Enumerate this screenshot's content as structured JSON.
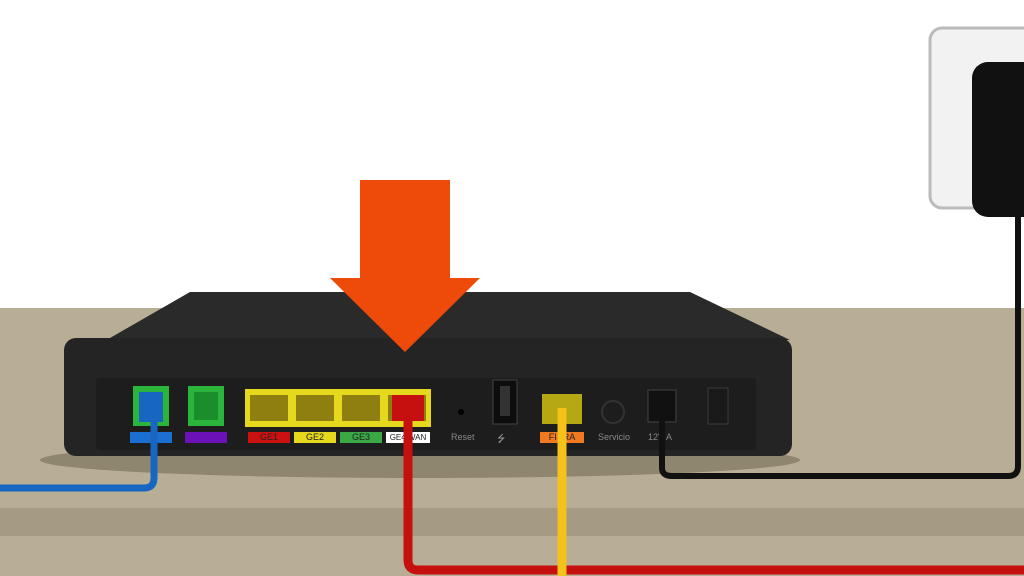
{
  "colors": {
    "arrow": "#ee4a0a",
    "desk": "#b8ae96",
    "router": "#242424",
    "blue_cable": "#1766c2",
    "red_cable": "#c61010",
    "yellow_cable": "#f4c21a",
    "black_cable": "#111111"
  },
  "ports": {
    "phone1": "",
    "phone2": "",
    "ge1": "GE1",
    "ge2": "GE2",
    "ge3": "GE3",
    "ge4wan": "GE4/WAN",
    "reset": "Reset",
    "usb_icon": "usb-icon",
    "fibra": "FIBRA",
    "servicio": "Servicio",
    "power": "12V A"
  }
}
